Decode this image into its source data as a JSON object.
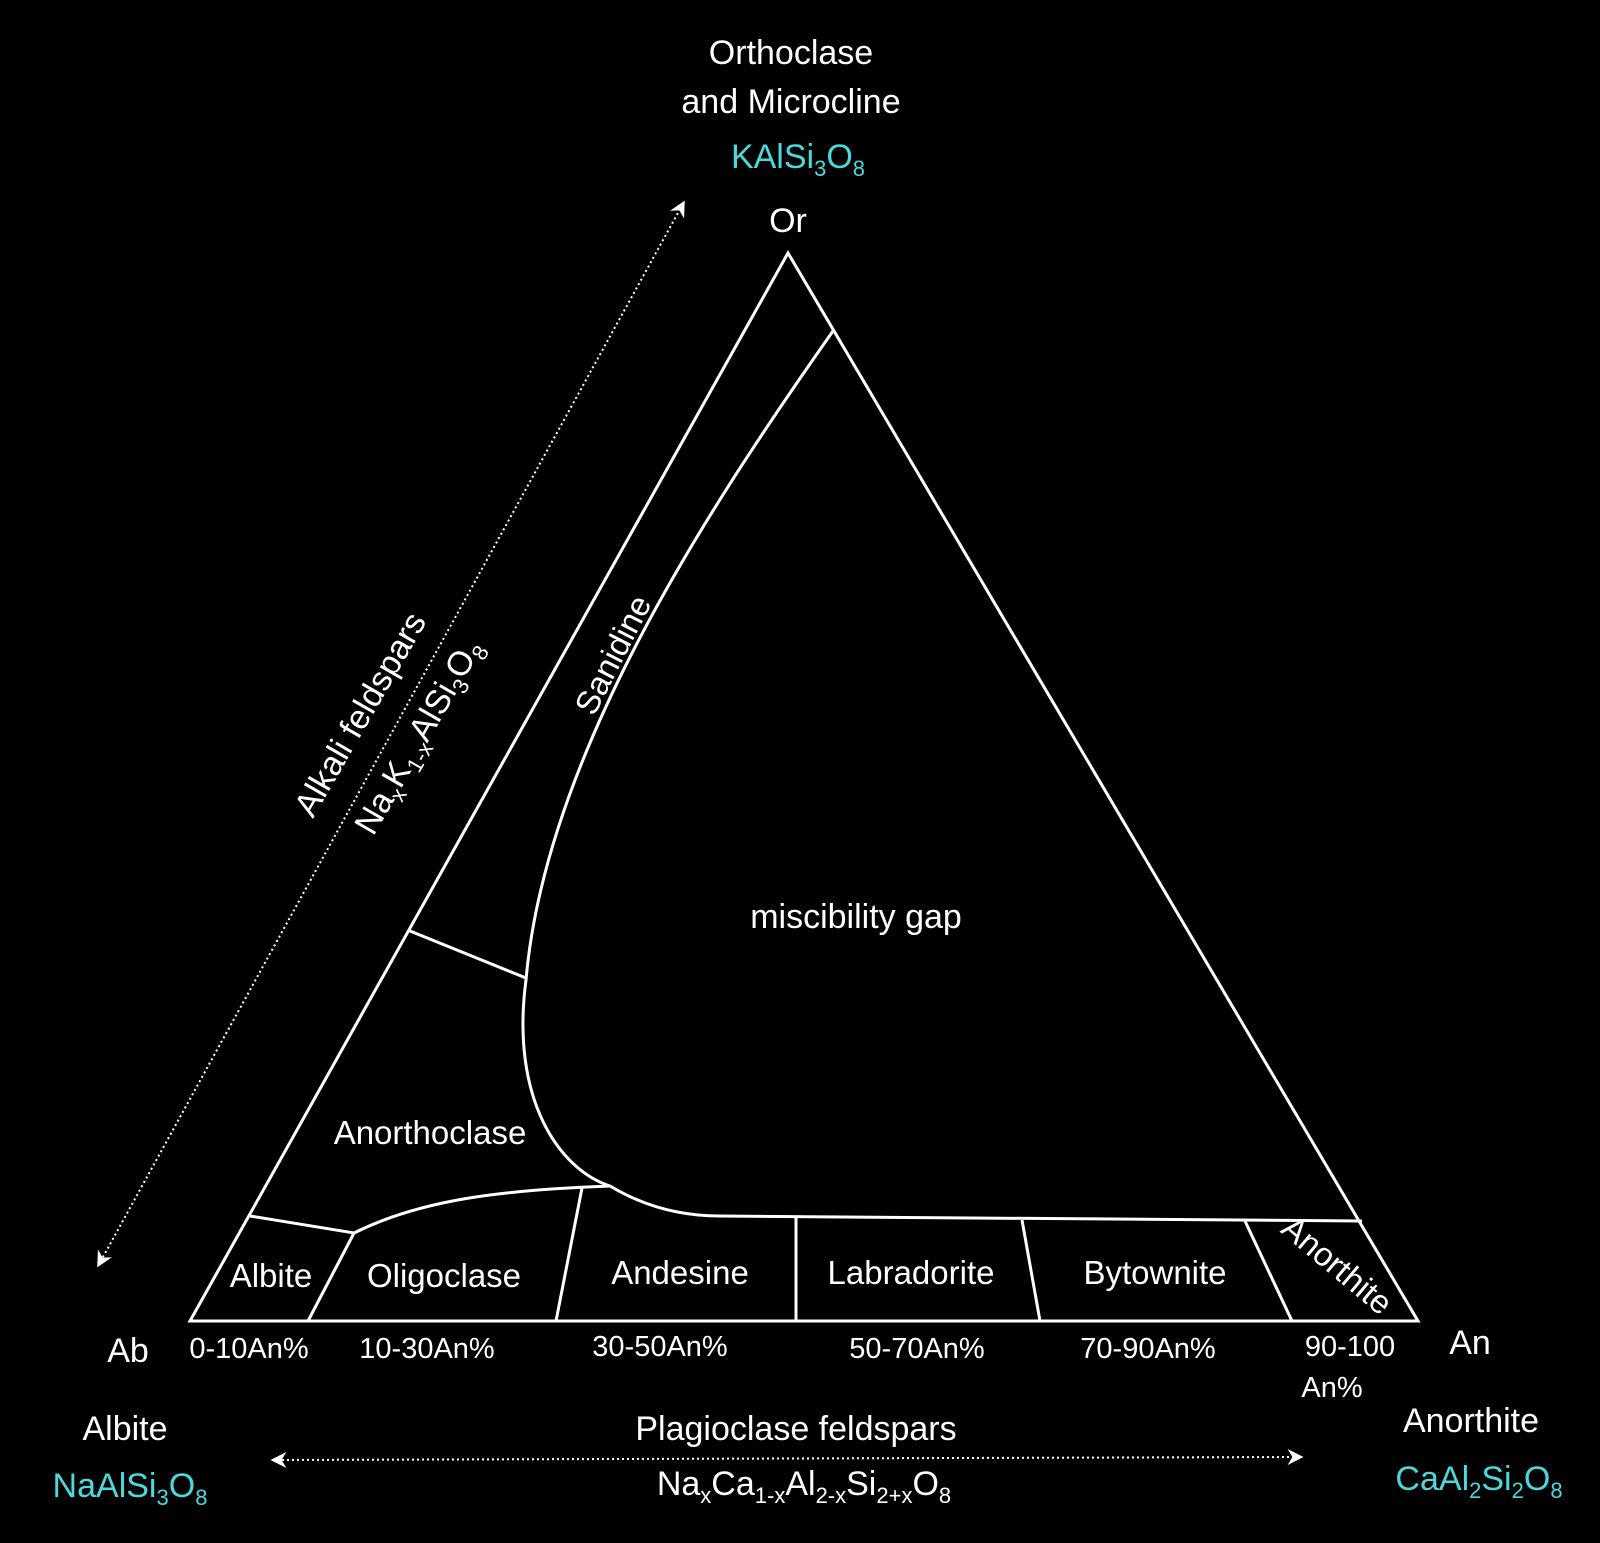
{
  "vertices": {
    "or_label": "Or",
    "ab_label": "Ab",
    "an_label": "An"
  },
  "endmembers": {
    "orthoclase_name_line1": "Orthoclase",
    "orthoclase_name_line2": "and Microcline",
    "orthoclase_formula": [
      "KAlSi",
      "3",
      "O",
      "8"
    ],
    "albite_name": "Albite",
    "albite_formula": [
      "NaAlSi",
      "3",
      "O",
      "8"
    ],
    "anorthite_name": "Anorthite",
    "anorthite_formula": [
      "CaAl",
      "2",
      "Si",
      "2",
      "O",
      "8"
    ]
  },
  "alkali_axis": {
    "title": "Alkali feldspars",
    "formula": [
      "Na",
      "x",
      "K",
      "1-x",
      "AlSi",
      "3",
      "O",
      "8"
    ]
  },
  "plagioclase_axis": {
    "title": "Plagioclase feldspars",
    "formula": [
      "Na",
      "x",
      "Ca",
      "1-x",
      "Al",
      "2-x",
      "Si",
      "2+x",
      "O",
      "8"
    ]
  },
  "fields": {
    "sanidine": "Sanidine",
    "miscibility_gap": "miscibility gap",
    "anorthoclase": "Anorthoclase",
    "albite": "Albite",
    "oligoclase": "Oligoclase",
    "andesine": "Andesine",
    "labradorite": "Labradorite",
    "bytownite": "Bytownite",
    "anorthite": "Anorthite"
  },
  "ranges": {
    "r1": "0-10An%",
    "r2": "10-30An%",
    "r3": "30-50An%",
    "r4": "50-70An%",
    "r5": "70-90An%",
    "r6_line1": "90-100",
    "r6_line2": "An%"
  }
}
